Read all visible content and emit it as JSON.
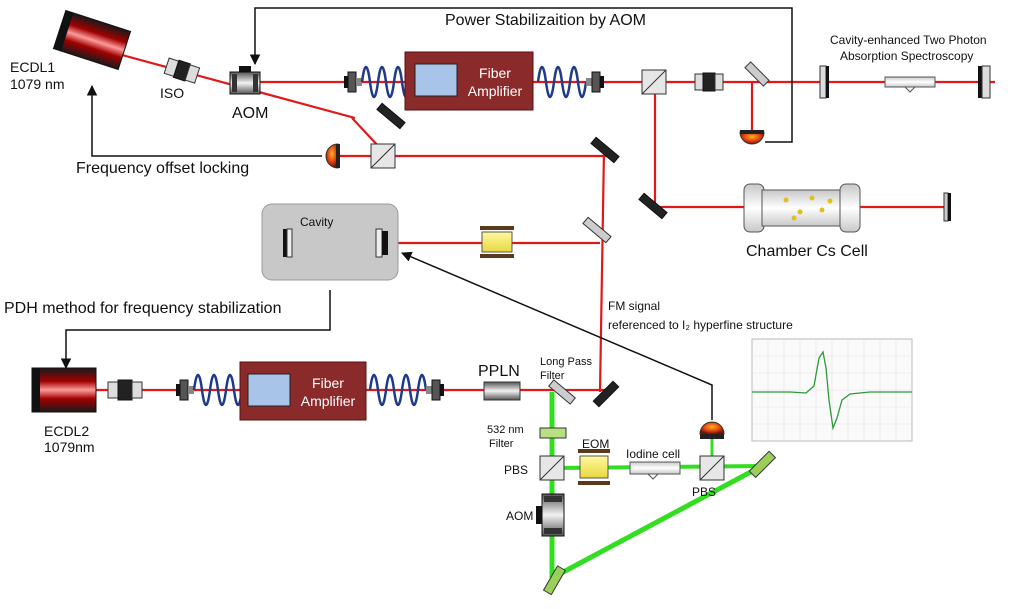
{
  "labels": {
    "ecdl1": "ECDL1",
    "ecdl1_wl": "1079 nm",
    "iso": "ISO",
    "aom_top": "AOM",
    "power_stab": "Power Stabilizaition by AOM",
    "fiber_amp_line1": "Fiber",
    "fiber_amp_line2": "Amplifier",
    "cavity_tpa_line1": "Cavity-enhanced Two Photon",
    "cavity_tpa_line2": "Absorption Spectroscopy",
    "freq_offset": "Frequency offset locking",
    "cavity": "Cavity",
    "chamber": "Chamber Cs Cell",
    "pdh": "PDH method for frequency stabilization",
    "fm_line1": "FM signal",
    "fm_line2": "referenced to I₂ hyperfine structure",
    "ecdl2": "ECDL2",
    "ecdl2_wl": "1079nm",
    "ppln": "PPLN",
    "long_pass_line1": "Long Pass",
    "long_pass_line2": "Filter",
    "filter532_line1": "532 nm",
    "filter532_line2": "Filter",
    "eom": "EOM",
    "iodine": "Iodine cell",
    "pbs_left": "PBS",
    "pbs_right": "PBS",
    "aom_bottom": "AOM"
  },
  "colors": {
    "ir_beam": "#e01818",
    "green_beam": "#33dd22",
    "amplifier": "#8b2a2a",
    "coil": "#1f3c8c",
    "cavity_box": "#c8c8c8"
  }
}
